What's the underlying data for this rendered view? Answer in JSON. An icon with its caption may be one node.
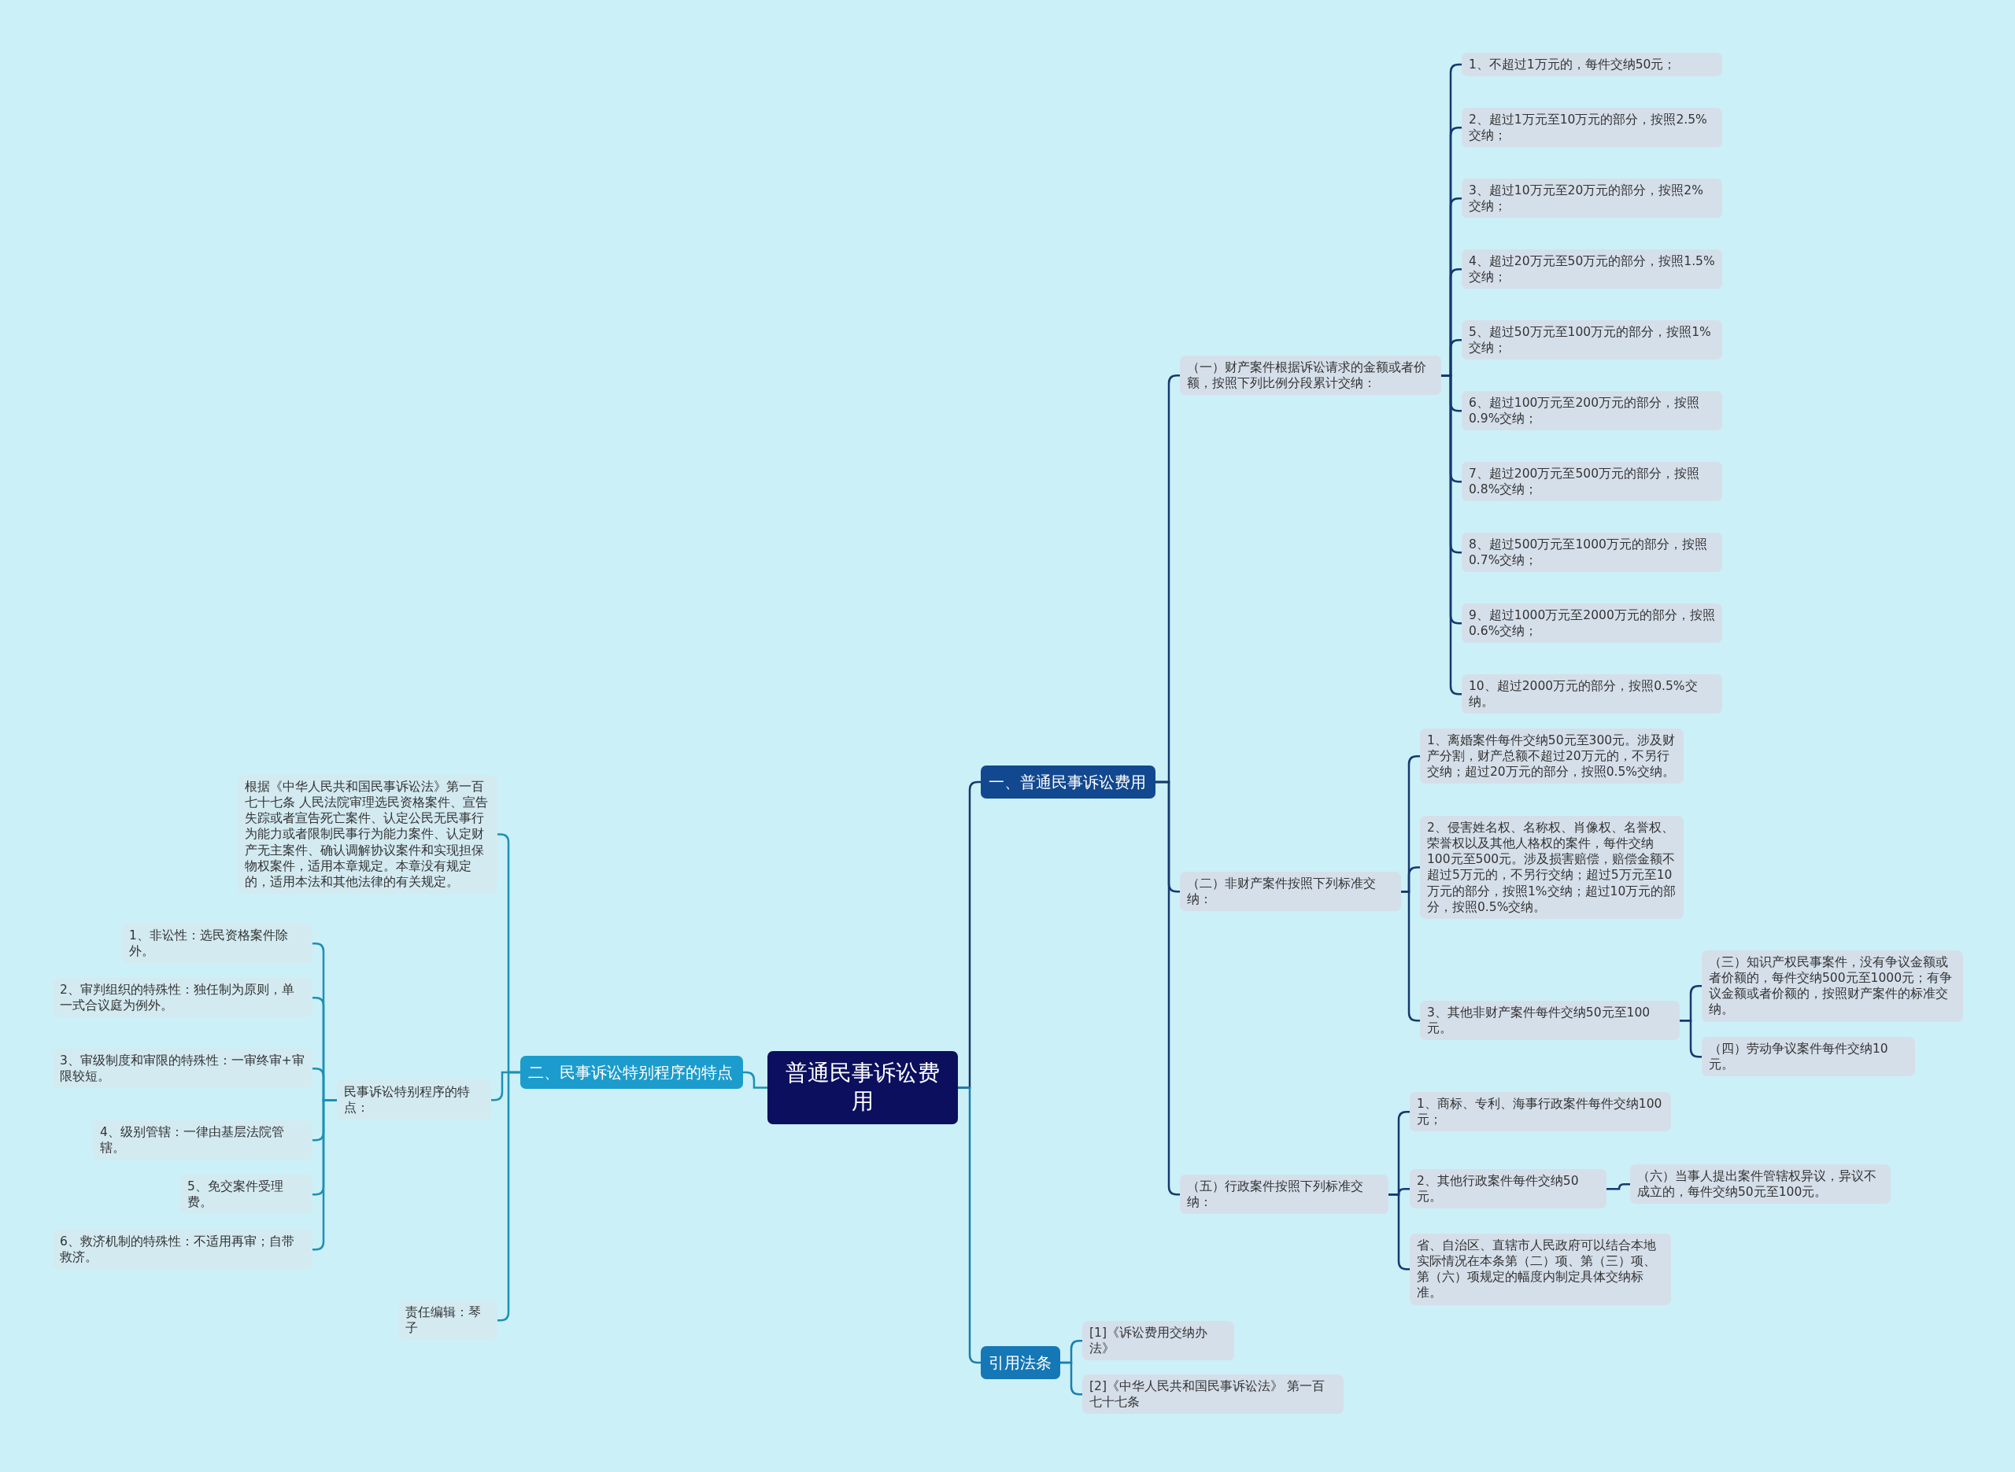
{
  "diagram": {
    "nodes": [
      {
        "text": [
          "普通民事诉讼费用"
        ]
      },
      {
        "text": [
          "一、普通民事诉讼费用"
        ]
      },
      {
        "text": [
          "（一）财产案件根据诉讼请求的金额或者价额，按照下列比例分段累计交纳："
        ]
      },
      {
        "text": [
          "1、不超过1万元的，每件交纳50元；"
        ]
      },
      {
        "text": [
          "2、超过1万元至10万元的部分，按照2.5%交纳；"
        ]
      },
      {
        "text": [
          "3、超过10万元至20万元的部分，按照2%交纳；"
        ]
      },
      {
        "text": [
          "4、超过20万元至50万元的部分，按照1.5%交纳；"
        ]
      },
      {
        "text": [
          "5、超过50万元至100万元的部分，按照1%交纳；"
        ]
      },
      {
        "text": [
          "6、超过100万元至200万元的部分，按照0.9%交纳；"
        ]
      },
      {
        "text": [
          "7、超过200万元至500万元的部分，按照0.8%交纳；"
        ]
      },
      {
        "text": [
          "8、超过500万元至1000万元的部分，按照0.7%交纳；"
        ]
      },
      {
        "text": [
          "9、超过1000万元至2000万元的部分，按照0.6%交纳；"
        ]
      },
      {
        "text": [
          "10、超过2000万元的部分，按照0.5%交纳。"
        ]
      },
      {
        "text": [
          "（二）非财产案件按照下列标准交纳："
        ]
      },
      {
        "text": [
          "1、离婚案件每件交纳50元至300元。涉及财产分割，财产总额不超过20万元的，不另行交纳；超过20万元的部分，按照0.5%交纳。"
        ]
      },
      {
        "text": [
          "2、侵害姓名权、名称权、肖像权、名誉权、荣誉权以及其他人格权的案件，每件交纳100元至500元。涉及损害赔偿，赔偿金额不超过5万元的，不另行交纳；超过5万元至10万元的部分，按照1%交纳；超过10万元的部分，按照0.5%交纳。"
        ]
      },
      {
        "text": [
          "3、其他非财产案件每件交纳50元至100元。"
        ]
      },
      {
        "text": [
          "（三）知识产权民事案件，没有争议金额或者价额的，每件交纳500元至1000元；有争议金额或者价额的，按照财产案件的标准交纳。"
        ]
      },
      {
        "text": [
          "（四）劳动争议案件每件交纳10元。"
        ]
      },
      {
        "text": [
          "（五）行政案件按照下列标准交纳："
        ]
      },
      {
        "text": [
          "1、商标、专利、海事行政案件每件交纳100元；"
        ]
      },
      {
        "text": [
          "2、其他行政案件每件交纳50元。"
        ]
      },
      {
        "text": [
          "（六）当事人提出案件管辖权异议，异议不成立的，每件交纳50元至100元。"
        ]
      },
      {
        "text": [
          "省、自治区、直辖市人民政府可以结合本地实际情况在本条第（二）项、第（三）项、第（六）项规定的幅度内制定具体交纳标准。"
        ]
      },
      {
        "text": [
          "引用法条"
        ]
      },
      {
        "text": [
          "[1]《诉讼费用交纳办法》"
        ]
      },
      {
        "text": [
          "[2]《中华人民共和国民事诉讼法》 第一百七十七条"
        ]
      },
      {
        "text": [
          "二、民事诉讼特别程序的特点"
        ]
      },
      {
        "text": [
          "根据《中华人民共和国民事诉讼法》第一百七十七条 人民法院审理选民资格案件、宣告失踪或者宣告死亡案件、认定公民无民事行为能力或者限制民事行为能力案件、认定财产无主案件、确认调解协议案件和实现担保物权案件，适用本章规定。本章没有规定的，适用本法和其他法律的有关规定。"
        ]
      },
      {
        "text": [
          "民事诉讼特别程序的特点："
        ]
      },
      {
        "text": [
          "1、非讼性：选民资格案件除外。"
        ]
      },
      {
        "text": [
          "2、审判组织的特殊性：独任制为原则，单一式合议庭为例外。"
        ]
      },
      {
        "text": [
          "3、审级制度和审限的特殊性：一审终审+审限较短。"
        ]
      },
      {
        "text": [
          "4、级别管辖：一律由基层法院管辖。"
        ]
      },
      {
        "text": [
          "5、免交案件受理费。"
        ]
      },
      {
        "text": [
          "6、救济机制的特殊性：不适用再审；自带救济。"
        ]
      },
      {
        "text": [
          "责任编辑：琴子"
        ]
      }
    ],
    "edges": [
      {
        "from": 0,
        "to": 1,
        "arrow": "none"
      },
      {
        "from": 0,
        "to": 24,
        "arrow": "none",
        "color": "#1a7fb0"
      },
      {
        "from": 0,
        "to": 27,
        "arrow": "none",
        "color": "#1f8fb5"
      },
      {
        "from": 1,
        "to": 2,
        "arrow": "none"
      },
      {
        "from": 1,
        "to": 13,
        "arrow": "none"
      },
      {
        "from": 1,
        "to": 19,
        "arrow": "none"
      },
      {
        "from": 2,
        "to": 3,
        "arrow": "none"
      },
      {
        "from": 2,
        "to": 4,
        "arrow": "none"
      },
      {
        "from": 2,
        "to": 5,
        "arrow": "none"
      },
      {
        "from": 2,
        "to": 6,
        "arrow": "none"
      },
      {
        "from": 2,
        "to": 7,
        "arrow": "none"
      },
      {
        "from": 2,
        "to": 8,
        "arrow": "none"
      },
      {
        "from": 2,
        "to": 9,
        "arrow": "none"
      },
      {
        "from": 2,
        "to": 10,
        "arrow": "none"
      },
      {
        "from": 2,
        "to": 11,
        "arrow": "none"
      },
      {
        "from": 2,
        "to": 12,
        "arrow": "none"
      },
      {
        "from": 13,
        "to": 14,
        "arrow": "none"
      },
      {
        "from": 13,
        "to": 15,
        "arrow": "none"
      },
      {
        "from": 13,
        "to": 16,
        "arrow": "none"
      },
      {
        "from": 16,
        "to": 17,
        "arrow": "none"
      },
      {
        "from": 16,
        "to": 18,
        "arrow": "none"
      },
      {
        "from": 19,
        "to": 20,
        "arrow": "none"
      },
      {
        "from": 19,
        "to": 21,
        "arrow": "none"
      },
      {
        "from": 19,
        "to": 23,
        "arrow": "none"
      },
      {
        "from": 21,
        "to": 22,
        "arrow": "none"
      },
      {
        "from": 24,
        "to": 25,
        "arrow": "none",
        "color": "#1a7fb0"
      },
      {
        "from": 24,
        "to": 26,
        "arrow": "none",
        "color": "#1a7fb0"
      },
      {
        "from": 27,
        "to": 28,
        "arrow": "none",
        "color": "#1f8fb5"
      },
      {
        "from": 27,
        "to": 29,
        "arrow": "none",
        "color": "#1f8fb5"
      },
      {
        "from": 27,
        "to": 36,
        "arrow": "none",
        "color": "#1f8fb5"
      },
      {
        "from": 29,
        "to": 30,
        "arrow": "none",
        "color": "#1f8fb5"
      },
      {
        "from": 29,
        "to": 31,
        "arrow": "none",
        "color": "#1f8fb5"
      },
      {
        "from": 29,
        "to": 32,
        "arrow": "none",
        "color": "#1f8fb5"
      },
      {
        "from": 29,
        "to": 33,
        "arrow": "none",
        "color": "#1f8fb5"
      },
      {
        "from": 29,
        "to": 34,
        "arrow": "none",
        "color": "#1f8fb5"
      },
      {
        "from": 29,
        "to": 35,
        "arrow": "none",
        "color": "#1f8fb5"
      }
    ]
  }
}
